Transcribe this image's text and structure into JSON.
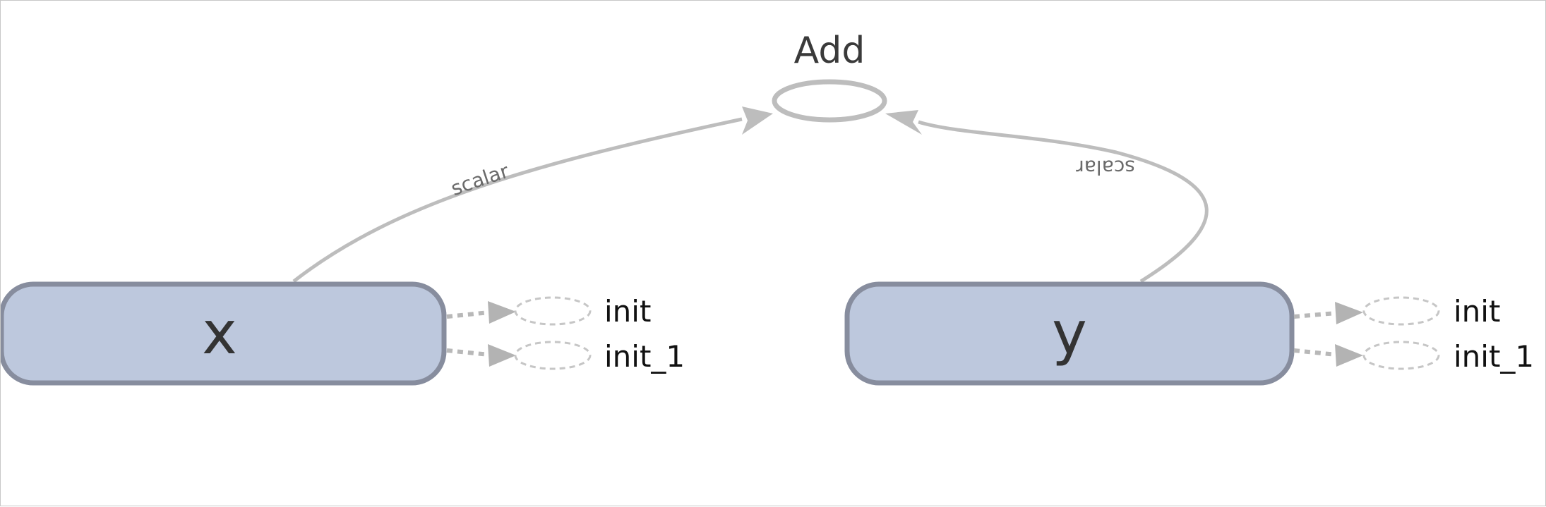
{
  "graph": {
    "add_node": {
      "label": "Add"
    },
    "edges": {
      "x_to_add_label": "scalar",
      "y_to_add_label": "scalar"
    },
    "x_node": {
      "label": "x",
      "init_labels": [
        "init",
        "init_1"
      ]
    },
    "y_node": {
      "label": "y",
      "init_labels": [
        "init",
        "init_1"
      ]
    }
  },
  "colors": {
    "node_fill": "#bdc8dd",
    "node_stroke": "#878d9e",
    "edge": "#bdbdbd",
    "init_dashed": "#c6c6c6"
  }
}
